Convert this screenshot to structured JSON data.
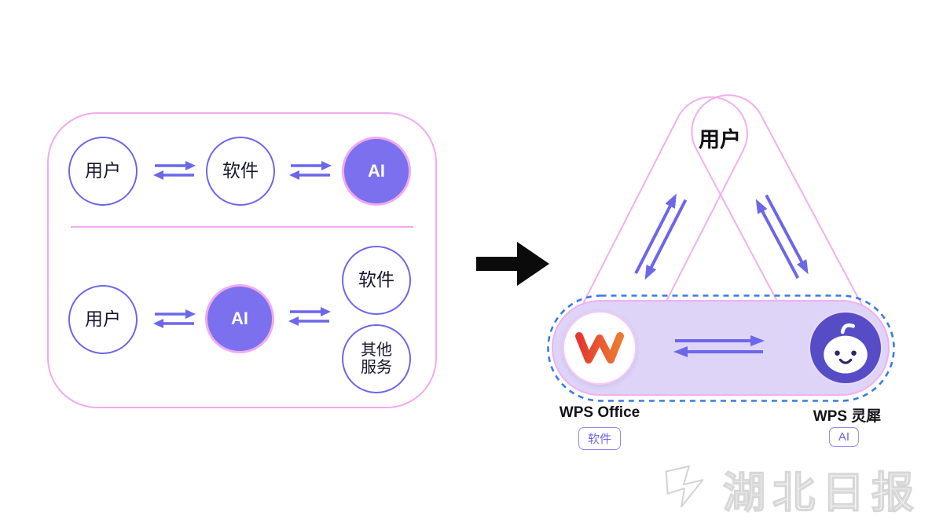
{
  "left_panel": {
    "row1": {
      "user": "用户",
      "software": "软件",
      "ai": "AI"
    },
    "row2": {
      "user": "用户",
      "ai": "AI",
      "software": "软件",
      "other_line1": "其他",
      "other_line2": "服务"
    }
  },
  "triangle": {
    "user": "用户"
  },
  "pill": {
    "office_label": "WPS Office",
    "office_badge": "软件",
    "lingxi_label": "WPS 灵犀",
    "lingxi_badge": "AI"
  },
  "watermark": {
    "text": "湖北日报"
  },
  "colors": {
    "pink_outline": "#F2A9EE",
    "purple_arrow": "#6C67E8",
    "ai_fill": "#7B70EE",
    "pill_fill": "#DDD4F8",
    "dashed_blue": "#3A7BE0",
    "lingxi_bg": "#564CC5",
    "wps_red": "#E5372F"
  }
}
